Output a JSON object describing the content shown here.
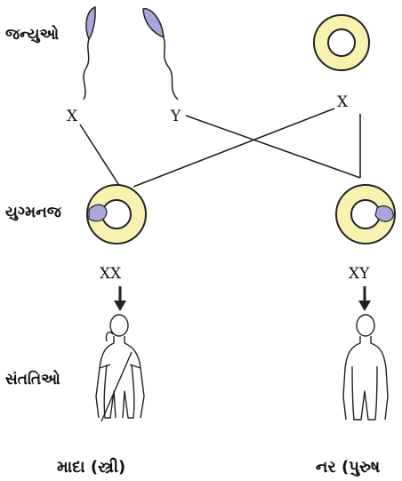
{
  "labels": {
    "gametes": "જન્યુઓ",
    "zygote": "યુગ્મનજ",
    "offspring": "સંતતિઓ"
  },
  "sperm": {
    "left_chromosome": "X",
    "right_chromosome": "Y"
  },
  "egg": {
    "chromosome": "X"
  },
  "zygotes": {
    "female": "XX",
    "male": "XY"
  },
  "offspring": {
    "female": "માદા (સ્ત્રી)",
    "male": "નર (પુરુષ"
  },
  "colors": {
    "cell_fill": "#f7f2b0",
    "cell_outline": "#222222",
    "sperm_head": "#a9a5dd",
    "line": "#222222"
  }
}
